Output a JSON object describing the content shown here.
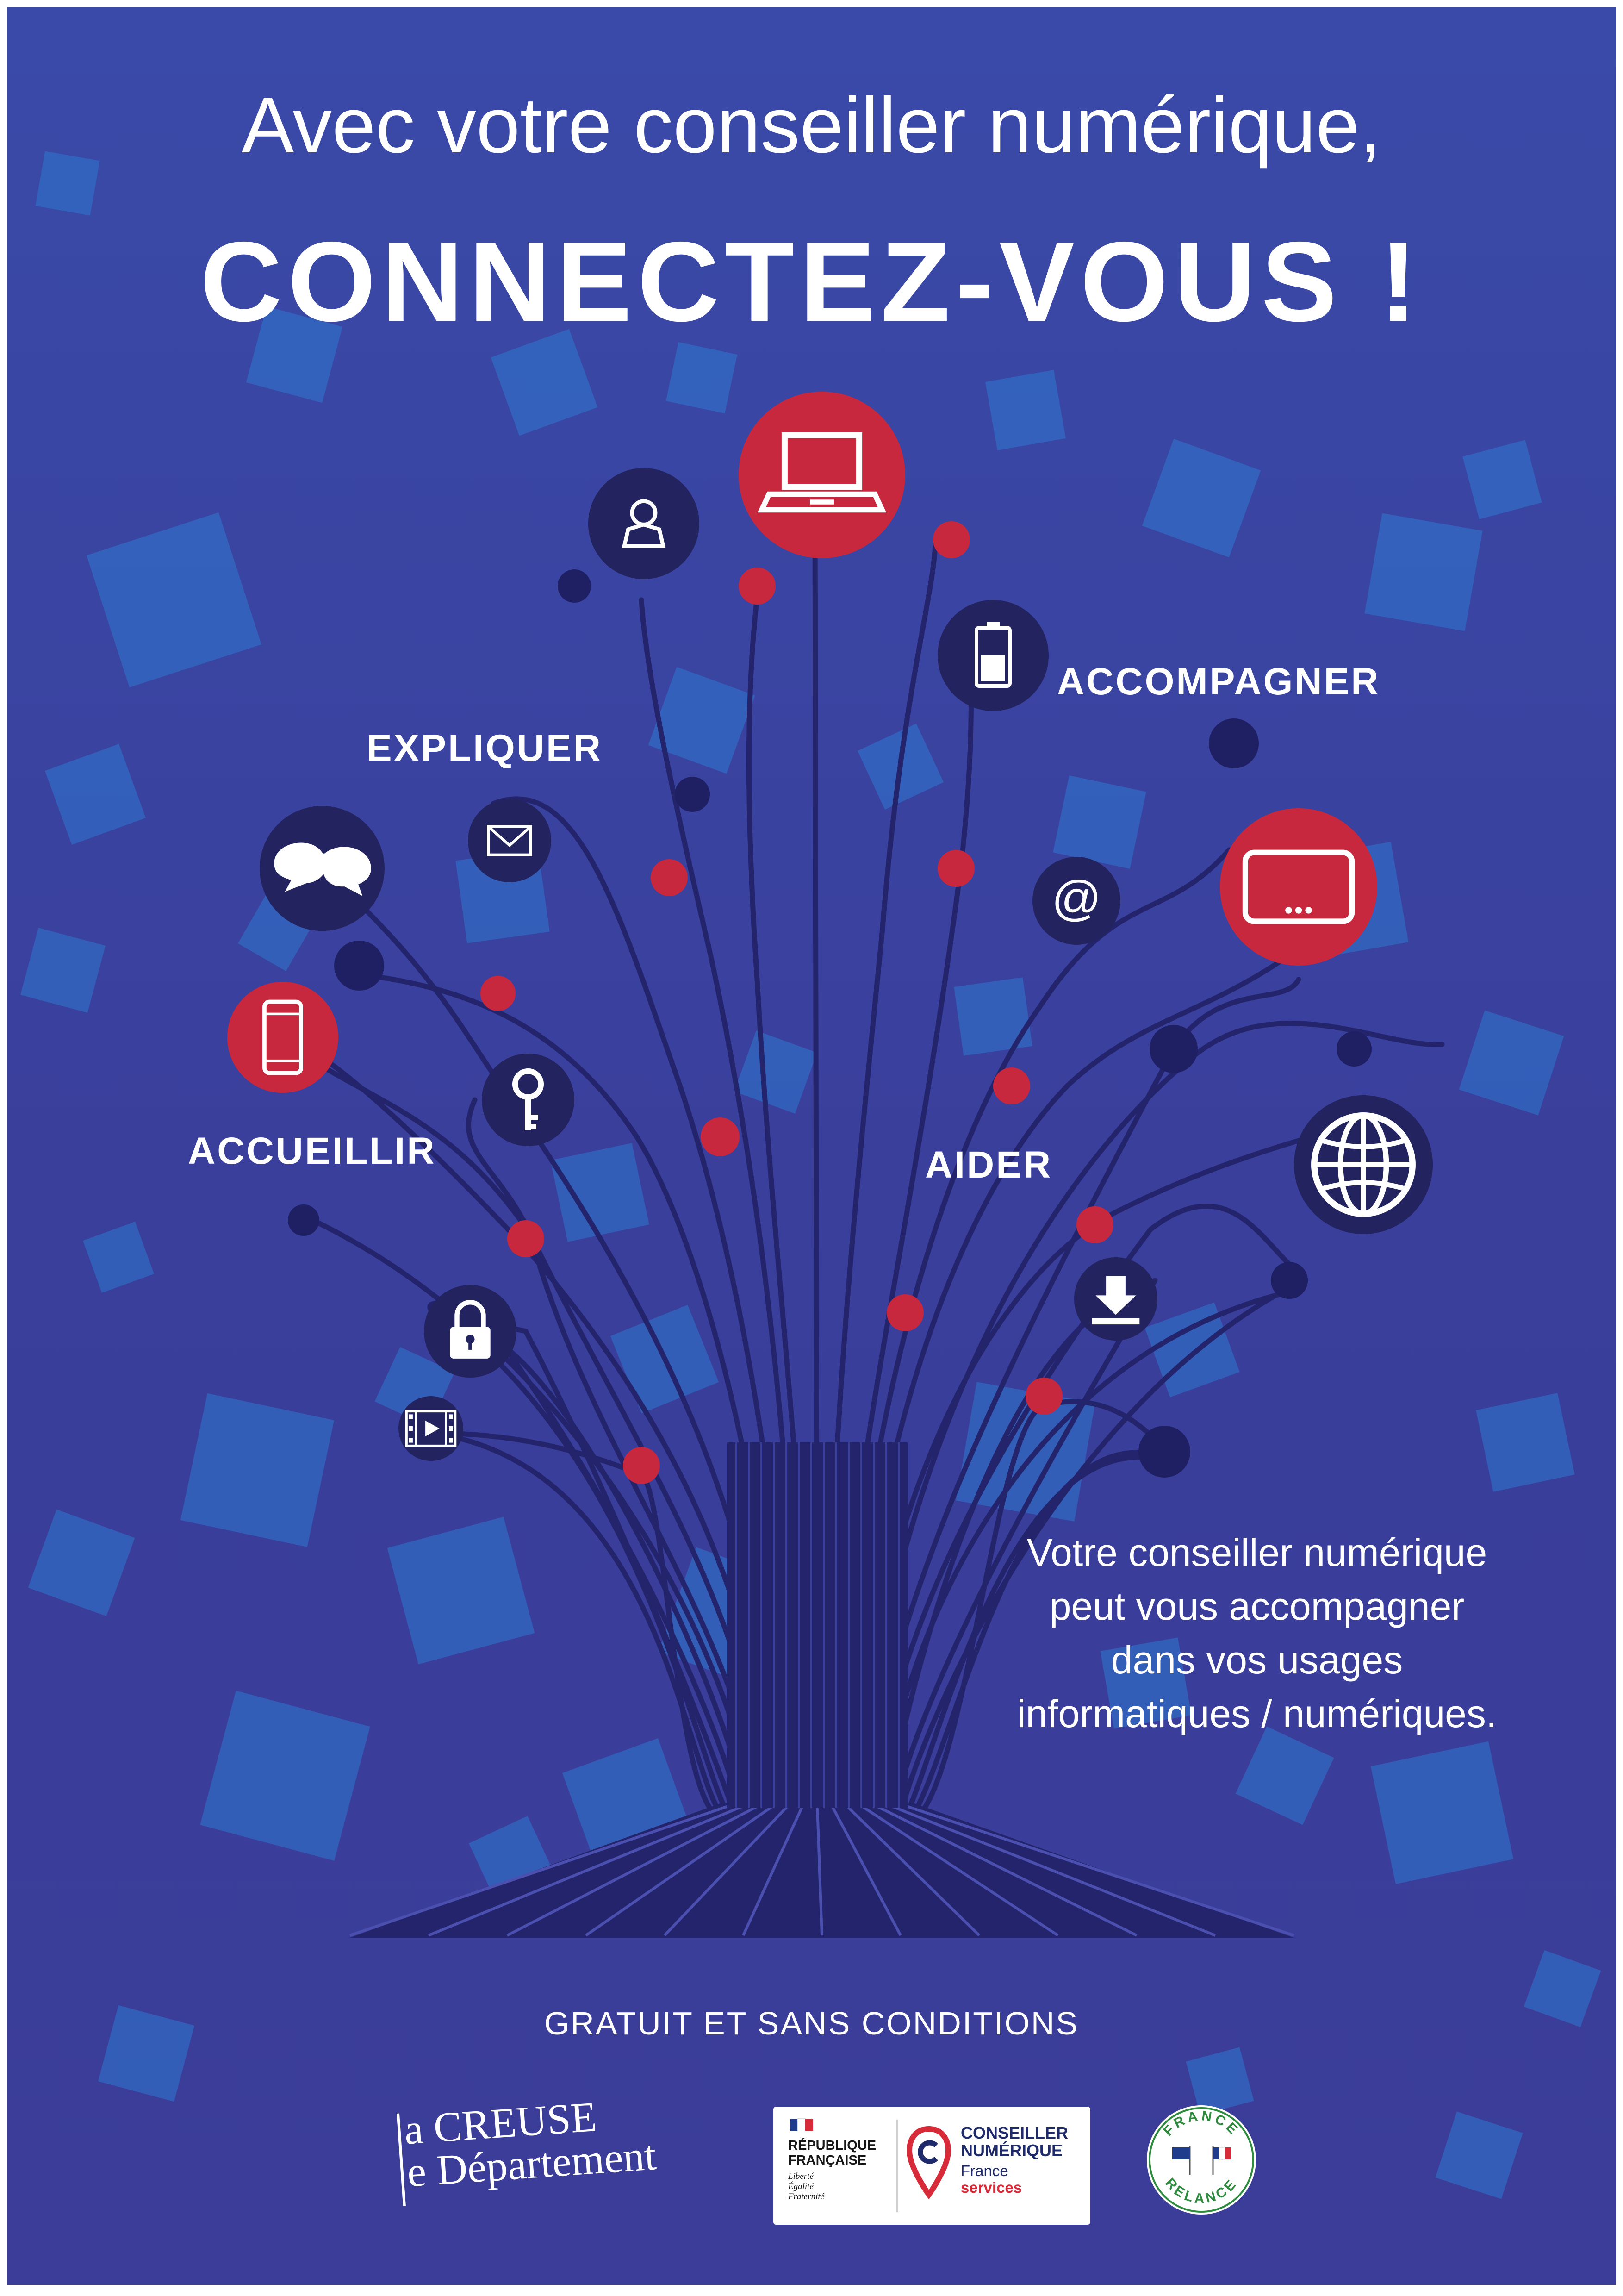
{
  "headline": {
    "line1": "Avec votre conseiller numérique,",
    "line2": "CONNECTEZ-VOUS !"
  },
  "verbs": {
    "accompagner": "ACCOMPAGNER",
    "expliquer": "EXPLIQUER",
    "accueillir": "ACCUEILLIR",
    "aider": "AIDER"
  },
  "blurb": {
    "line1": "Votre conseiller numérique",
    "line2": "peut vous accompagner",
    "line3": "dans vos usages",
    "line4": "informatiques / numériques."
  },
  "footer": {
    "free_text": "GRATUIT ET SANS CONDITIONS",
    "creuse_line1": "a CREUSE",
    "creuse_line2": "e Département",
    "republique_line1": "RÉPUBLIQUE",
    "republique_line2": "FRANÇAISE",
    "motto_1": "Liberté",
    "motto_2": "Égalité",
    "motto_3": "Fraternité",
    "conseiller_line1": "CONSEILLER",
    "conseiller_line2": "NUMÉRIQUE",
    "france_label": "France",
    "services_label": "services",
    "relance_top": "FRANCE",
    "relance_bottom": "RELANCE"
  },
  "icons": [
    "laptop-icon",
    "user-icon",
    "battery-icon",
    "chat-bubbles-icon",
    "envelope-icon",
    "at-sign-icon",
    "tablet-icon",
    "smartphone-icon",
    "key-icon",
    "globe-icon",
    "download-icon",
    "padlock-icon",
    "video-icon"
  ],
  "colors": {
    "background": "#3a4aa8",
    "navy_node": "#1f1f63",
    "red_node": "#c8283d",
    "square_blue": "#2d78d0",
    "branch": "#23246b"
  }
}
